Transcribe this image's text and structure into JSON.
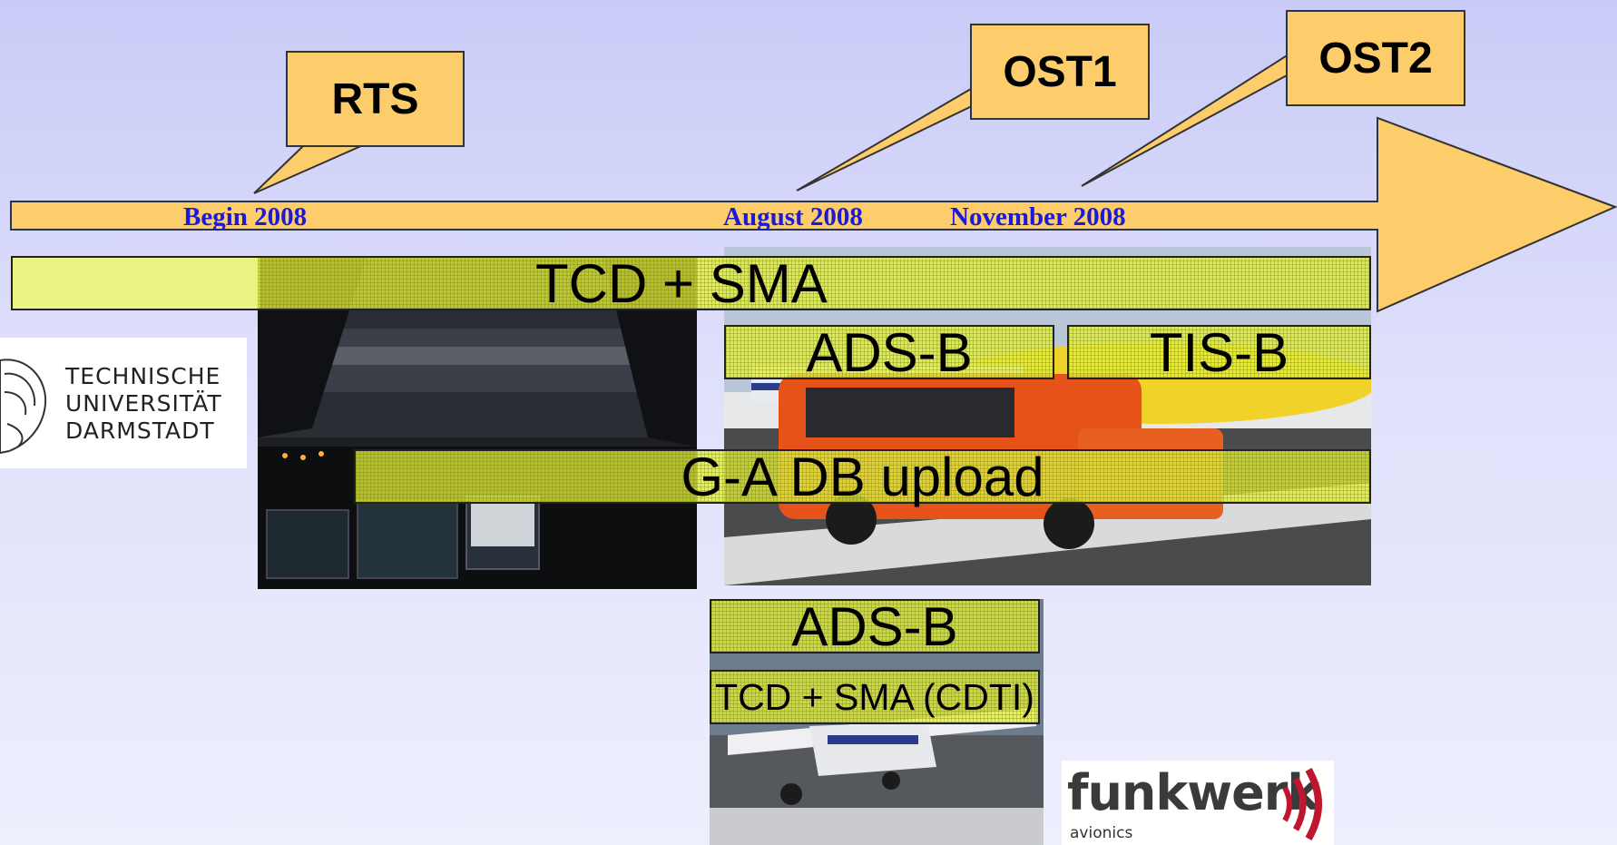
{
  "timeline": {
    "dates": [
      "Begin 2008",
      "August 2008",
      "November 2008"
    ]
  },
  "milestones": [
    "RTS",
    "OST1",
    "OST2"
  ],
  "bars": {
    "tcd_sma": "TCD + SMA",
    "ads_b_top": "ADS-B",
    "tis_b": "TIS-B",
    "ga_db_upload": "G-A DB upload",
    "ads_b_bottom": "ADS-B",
    "tcd_sma_cdti": "TCD + SMA (CDTI)"
  },
  "logos": {
    "tu_darmstadt": [
      "TECHNISCHE",
      "UNIVERSITÄT",
      "DARMSTADT"
    ],
    "funkwerk_name": "funkwerk",
    "funkwerk_sub": "avionics"
  },
  "colors": {
    "arrow": "#fdcd6b",
    "bar": "#e4f03c",
    "date_text": "#1a1ad9"
  }
}
